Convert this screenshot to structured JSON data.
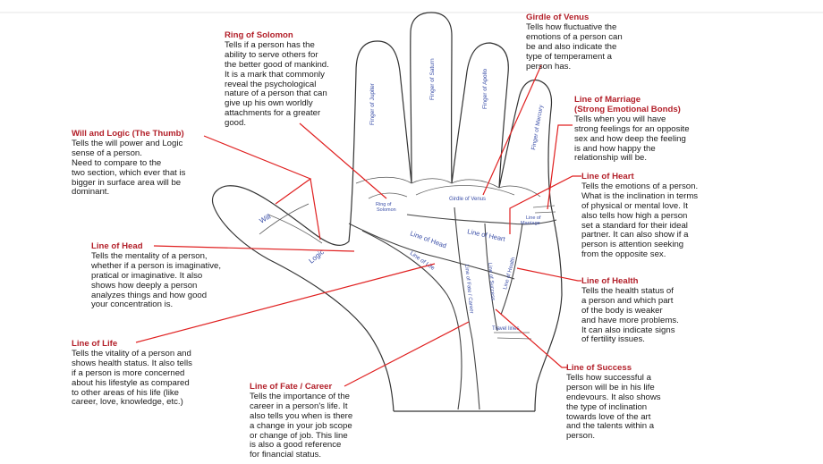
{
  "colors": {
    "pointer": "#e02020",
    "title": "#b3202a",
    "palm_label": "#3b4fa8",
    "outline": "#333333"
  },
  "annotations": {
    "ring_solomon": {
      "title": "Ring of Solomon",
      "body": "Tells if a person has the\nability to serve others for\nthe better good of mankind.\nIt is a mark that commonly\nreveal the psychological\nnature of a person that can\ngive up his own worldly\nattachments for a greater\ngood."
    },
    "girdle_venus": {
      "title": "Girdle of Venus",
      "body": "Tells how fluctuative the\nemotions of a person can\nbe and also indicate the\ntype of temperament a\nperson has."
    },
    "marriage": {
      "title": "Line of Marriage\n(Strong Emotional Bonds)",
      "body": "Tells when you will have\nstrong feelings for an opposite\nsex and how deep the feeling\nis and how happy the\nrelationship will be."
    },
    "will_logic": {
      "title": "Will and Logic (The Thumb)",
      "body": "Tells the will power and Logic\nsense of a person.\nNeed to compare to the\ntwo section, which ever that is\nbigger in surface area will be\ndominant."
    },
    "heart": {
      "title": "Line of Heart",
      "body": "Tells the emotions of a person.\nWhat is the inclination in terms\nof physical or mental love. It\nalso tells how high a person\nset a standard for their ideal\npartner. It can also show if a\nperson is attention seeking\nfrom the opposite sex."
    },
    "head": {
      "title": "Line of Head",
      "body": "Tells the mentality of a person,\nwhether if a person is imaginative,\npratical or imaginative. It also\nshows how deeply a person\nanalyzes things and how good\nyour concentration is."
    },
    "health": {
      "title": "Line of Health",
      "body": "Tells the health status of\na person and which part\nof the body is weaker\nand have more problems.\nIt can also indicate signs\nof fertility issues."
    },
    "life": {
      "title": "Line of Life",
      "body": "Tells the vitality of a person and\nshows health status. It also tells\nif a person is more concerned\nabout his lifestyle as compared\nto other areas of his life (like\ncareer, love, knowledge, etc.)"
    },
    "success": {
      "title": "Line of Success",
      "body": "Tells how successful a\nperson will be in his life\nendevours. It also shows\nthe type of inclination\ntowards love of the art\nand the talents within a\nperson."
    },
    "fate": {
      "title": "Line of Fate / Career",
      "body": "Tells the importance of the\ncareer in a person's life. It\nalso tells you when is there\na change in your job scope\nor change of job. This line\nis also a good reference\nfor financial status."
    }
  },
  "palm_labels": {
    "jupiter": "Finger of Jupiter",
    "saturn": "Finger of Saturn",
    "apollo": "Finger of Apollo",
    "mercury": "Finger of Mercury",
    "will": "Will",
    "logic": "Logic",
    "ring": "Ring of",
    "ring2": "Solomon",
    "girdle": "Girdle of Venus",
    "marriage": "Line of",
    "marriage2": "Marriage",
    "head": "Line of Head",
    "heart": "Line of Heart",
    "life": "Line of Life",
    "fate": "Line of Fate / Career",
    "success": "Line of Success",
    "health": "Line of Health",
    "travel": "Travel lines"
  }
}
